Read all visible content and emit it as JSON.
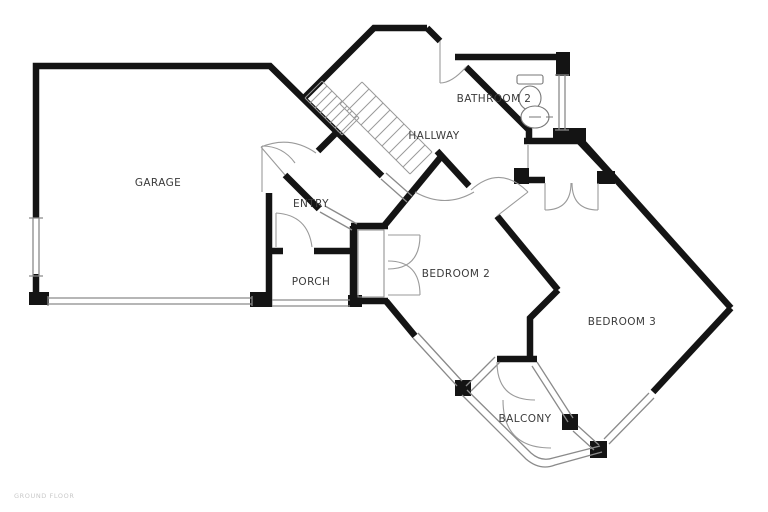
{
  "floorplan": {
    "floor_label": "GROUND FLOOR",
    "rooms": [
      {
        "id": "garage",
        "label": "GARAGE"
      },
      {
        "id": "entry",
        "label": "ENTRY"
      },
      {
        "id": "porch",
        "label": "PORCH"
      },
      {
        "id": "hallway",
        "label": "HALLWAY"
      },
      {
        "id": "bathroom2",
        "label": "BATHROOM 2"
      },
      {
        "id": "bedroom2",
        "label": "BEDROOM 2"
      },
      {
        "id": "bedroom3",
        "label": "BEDROOM 3"
      },
      {
        "id": "balcony",
        "label": "BALCONY"
      }
    ],
    "fixtures": [
      {
        "name": "staircase"
      },
      {
        "name": "toilet"
      },
      {
        "name": "sink"
      },
      {
        "name": "wardrobe-bedroom2"
      },
      {
        "name": "closet-bedroom3"
      },
      {
        "name": "garage-door"
      }
    ],
    "colors": {
      "background": "#ffffff",
      "wall": "#141414",
      "thin_line": "#8a8a8a",
      "door_arc": "#9a9a9a",
      "label_text": "#3b3b3b",
      "floor_label_text": "#c9c9c9"
    }
  }
}
